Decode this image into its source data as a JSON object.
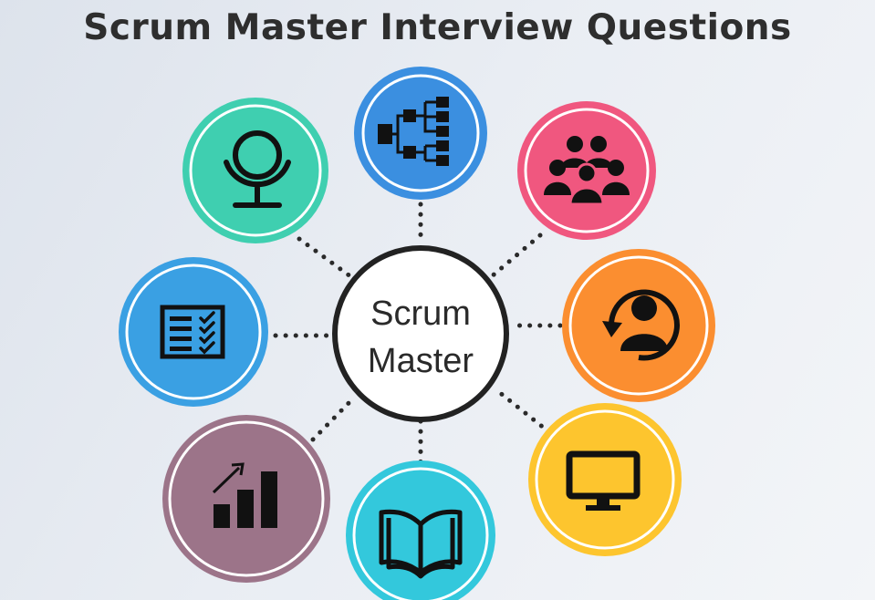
{
  "title": "Scrum Master Interview Questions",
  "center": {
    "line1": "Scrum",
    "line2": "Master",
    "stroke_color": "#222222"
  },
  "nodes": [
    {
      "icon": "microphone-icon",
      "color": "#3fcfb0"
    },
    {
      "icon": "hierarchy-chart-icon",
      "color": "#3b8fe0"
    },
    {
      "icon": "team-group-icon",
      "color": "#f0577f"
    },
    {
      "icon": "user-refresh-icon",
      "color": "#fb8e30"
    },
    {
      "icon": "monitor-icon",
      "color": "#fdc52e"
    },
    {
      "icon": "open-book-icon",
      "color": "#33c8dc"
    },
    {
      "icon": "growth-bar-chart-icon",
      "color": "#9c7489"
    },
    {
      "icon": "checklist-icon",
      "color": "#3aa0e3"
    }
  ]
}
